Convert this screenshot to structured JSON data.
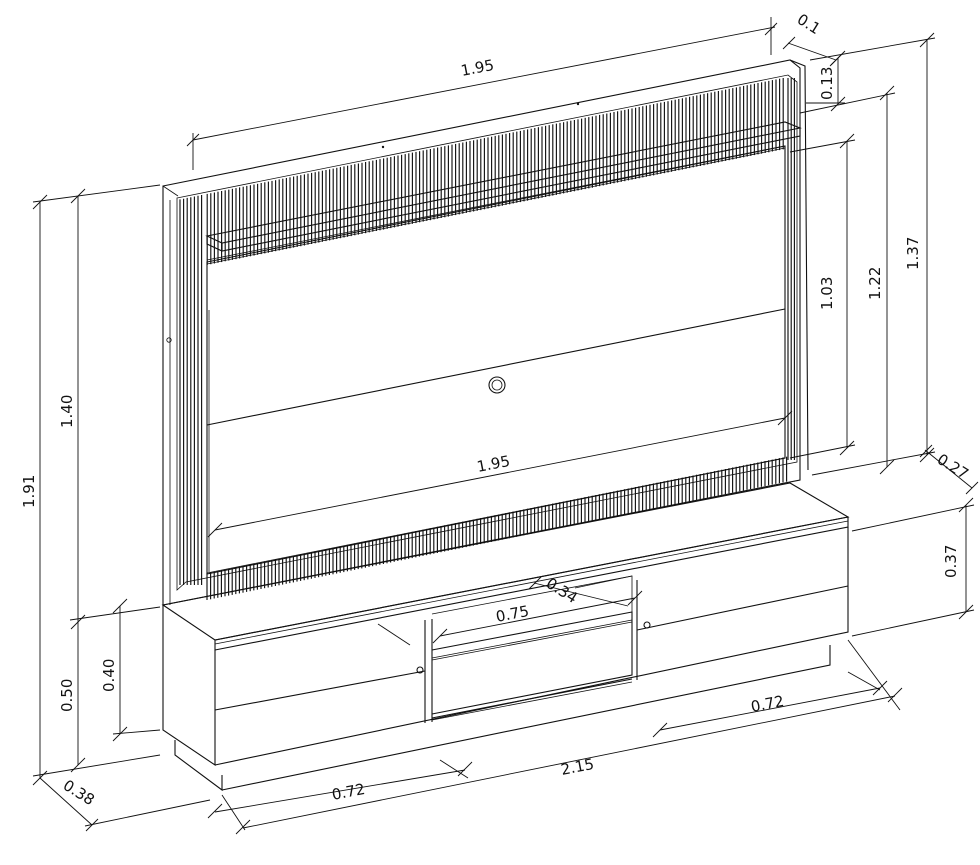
{
  "dimensions": {
    "top_width": "1.95",
    "panel_width": "1.95",
    "top_depth": "0.1",
    "top_band": "0.13",
    "height_1_37": "1.37",
    "height_1_22": "1.22",
    "height_1_03": "1.03",
    "depth_0_27": "0.27",
    "cabinet_height_right": "0.37",
    "total_height": "1.91",
    "panel_height": "1.40",
    "base_height": "0.50",
    "door_height": "0.40",
    "base_depth": "0.38",
    "left_door_width": "0.72",
    "right_door_width": "0.72",
    "total_width": "2.15",
    "niche_width": "0.75",
    "niche_depth": "0.34"
  }
}
